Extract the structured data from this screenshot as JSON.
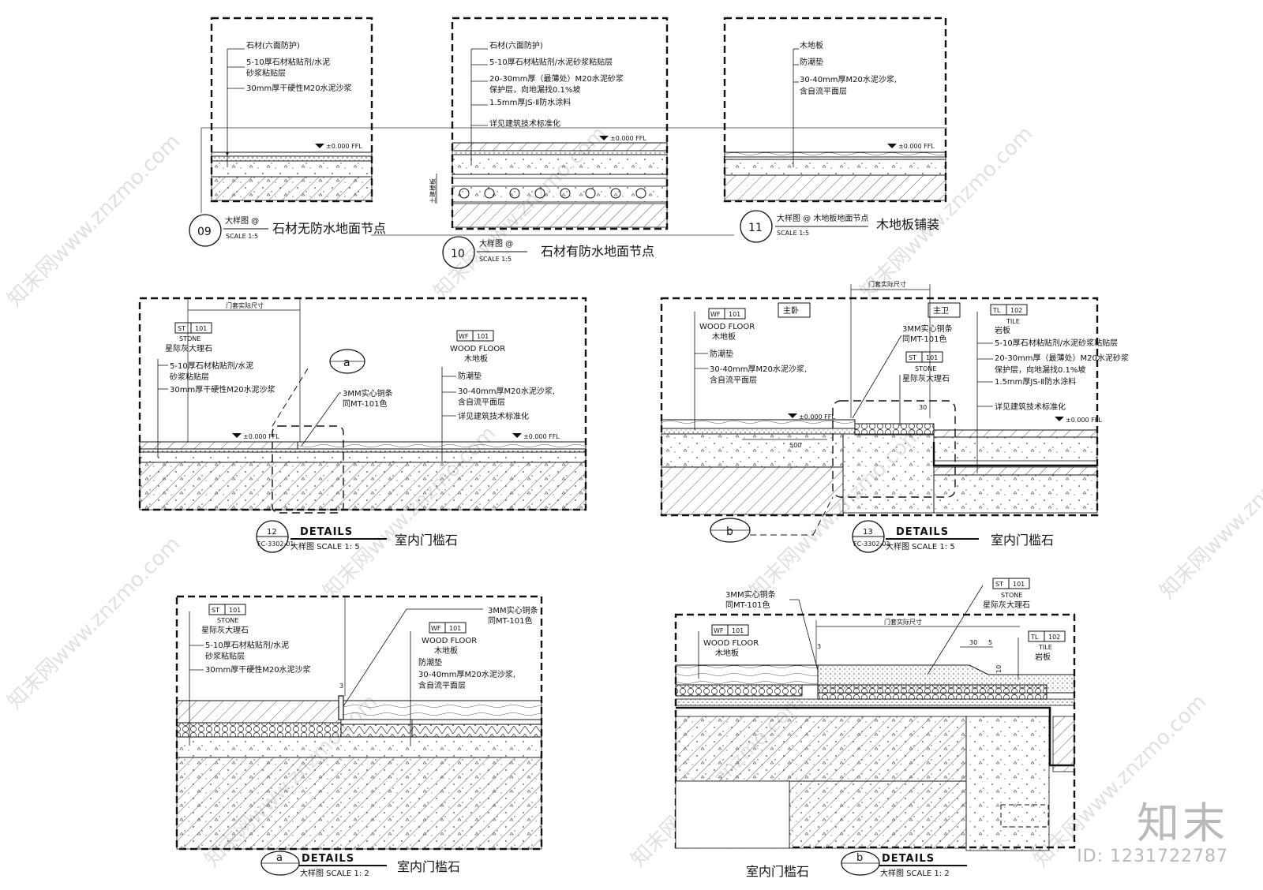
{
  "watermark": {
    "site": "知末网www.znzmo.com",
    "logo": "知末",
    "id": "ID: 1231722787"
  },
  "common": {
    "ffl": "±0.000 FFL",
    "door_size": "门套实际尺寸",
    "details": "DETAILS",
    "scale_15": "SCALE 1:5",
    "scale_12": "大样图 SCALE 1: 2",
    "scale_1_5": "大样图 SCALE 1: 5",
    "detail_at": "大样图 @",
    "sheet_ref": "FC-3302-01"
  },
  "tags": {
    "st": "ST",
    "st_num": "101",
    "wf": "WF",
    "wf_num": "101",
    "tl": "TL",
    "tl_num": "102",
    "stone": "STONE",
    "stone_cn": "星际灰大理石",
    "wood": "WOOD FLOOR",
    "wood_cn": "木地板",
    "tile": "TILE",
    "tile_cn": "岩板"
  },
  "notes": {
    "stone_six": "石材(六面防护)",
    "adhesive_a": "5-10厚石材粘贴剂/水泥",
    "adhesive_b": "砂浆粘贴层",
    "adhesive_full": "5-10厚石材粘贴剂/水泥砂浆粘贴层",
    "dry_mortar": "30mm厚干硬性M20水泥沙浆",
    "protect_a": "20-30mm厚（最薄处）M20水泥砂浆",
    "protect_b": "保护层，向地漏找0.1%坡",
    "waterproof": "1.5mm厚JS-Ⅱ防水涂料",
    "standard": "详见建筑技术标准化",
    "wood_floor": "木地板",
    "moisture": "防潮垫",
    "self_level_a": "30-40mm厚M20水泥沙浆,",
    "self_level_b": "含自流平面层",
    "copper_a": "3MM实心铜条",
    "copper_b": "同MT-101色",
    "structure": "土建楼板"
  },
  "d09": {
    "num": "09",
    "title": "石材无防水地面节点"
  },
  "d10": {
    "num": "10",
    "title": "石材有防水地面节点"
  },
  "d11": {
    "num": "11",
    "title": "木地板铺装",
    "sub": "大样图 @ 木地板地面节点"
  },
  "d12": {
    "num": "12",
    "title": "室内门槛石"
  },
  "d13": {
    "num": "13",
    "title": "室内门槛石",
    "room_a": "主卧",
    "room_b": "主卫",
    "dim_500": "500",
    "dim_30": "30"
  },
  "da": {
    "num": "a",
    "title": "室内门槛石",
    "dim": "3"
  },
  "db": {
    "num": "b",
    "title": "室内门槛石",
    "title_left": "室内门槛石",
    "dim_30": "30",
    "dim_5": "5",
    "dim_10": "10",
    "dim_3": "3"
  }
}
